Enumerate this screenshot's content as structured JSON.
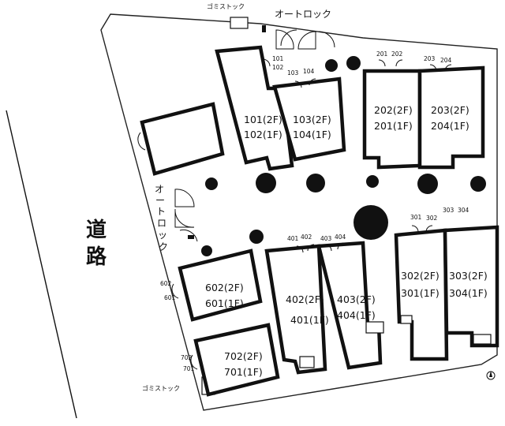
{
  "road": {
    "chars": [
      "道",
      "路"
    ]
  },
  "labels": {
    "garbage_top": "ゴミストック",
    "garbage_bottom": "ゴミストック",
    "autolock_top": "オートロック",
    "autolock_left_chars": [
      "オ",
      "ー",
      "ト",
      "ロ",
      "ッ",
      "ク"
    ]
  },
  "buildings": [
    {
      "id": "b100",
      "upper": "101(2F)",
      "lower": "102(1F)"
    },
    {
      "id": "b103",
      "upper": "103(2F)",
      "lower": "104(1F)"
    },
    {
      "id": "b202",
      "upper": "202(2F)",
      "lower": "201(1F)"
    },
    {
      "id": "b203",
      "upper": "203(2F)",
      "lower": "204(1F)"
    },
    {
      "id": "b302",
      "upper": "302(2F)",
      "lower": "301(1F)"
    },
    {
      "id": "b303",
      "upper": "303(2F)",
      "lower": "304(1F)"
    },
    {
      "id": "b402",
      "upper": "402(2F)",
      "lower": "401(1F)"
    },
    {
      "id": "b403",
      "upper": "403(2F)",
      "lower": "404(1F)"
    },
    {
      "id": "b602",
      "upper": "602(2F)",
      "lower": "601(1F)"
    },
    {
      "id": "b702",
      "upper": "702(2F)",
      "lower": "701(1F)"
    }
  ],
  "entrances": [
    {
      "id": "e101",
      "text": "101"
    },
    {
      "id": "e102",
      "text": "102"
    },
    {
      "id": "e103",
      "text": "103"
    },
    {
      "id": "e104",
      "text": "104"
    },
    {
      "id": "e201",
      "text": "201"
    },
    {
      "id": "e202",
      "text": "202"
    },
    {
      "id": "e203",
      "text": "203"
    },
    {
      "id": "e204",
      "text": "204"
    },
    {
      "id": "e301",
      "text": "301"
    },
    {
      "id": "e302",
      "text": "302"
    },
    {
      "id": "e303",
      "text": "303"
    },
    {
      "id": "e304",
      "text": "304"
    },
    {
      "id": "e401",
      "text": "401"
    },
    {
      "id": "e402",
      "text": "402"
    },
    {
      "id": "e403",
      "text": "403"
    },
    {
      "id": "e404",
      "text": "404"
    },
    {
      "id": "e602",
      "text": "602"
    },
    {
      "id": "e601",
      "text": "601"
    },
    {
      "id": "e702",
      "text": "702"
    },
    {
      "id": "e701",
      "text": "701"
    }
  ]
}
